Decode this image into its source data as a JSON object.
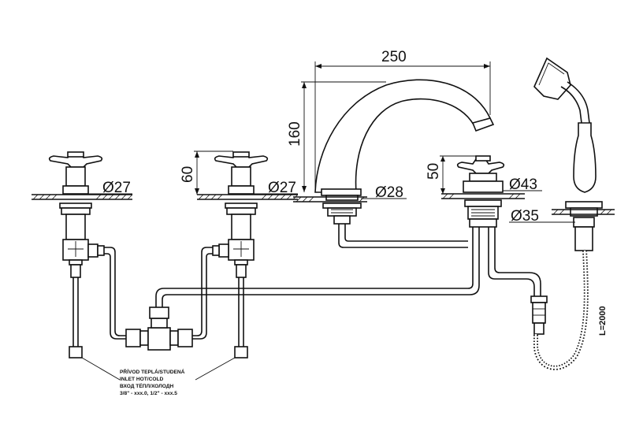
{
  "dimensions": {
    "spout_width": "250",
    "spout_height": "160",
    "valve_height": "60",
    "diverter_height": "50",
    "d_left_valve": "Ø27",
    "d_mid_valve": "Ø27",
    "d_spout": "Ø28",
    "d_diverter": "Ø43",
    "d_handshower": "Ø35",
    "hose_length": "L=2000"
  },
  "inlet_note": {
    "line1": "PŘÍVOD TEPLÁ/STUDENÁ",
    "line2": "INLET HOT/COLD",
    "line3": "ВХОД ТЁПЛ/ХОЛОДН",
    "line4": "3/8\" - xxx.0, 1/2\" - xxx.5"
  }
}
